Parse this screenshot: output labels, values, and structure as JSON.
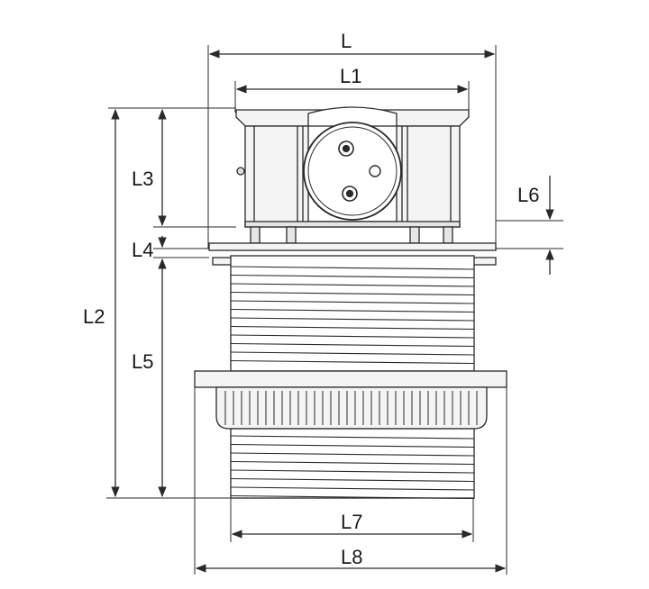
{
  "diagram": {
    "labels": {
      "L": "L",
      "L1": "L1",
      "L2": "L2",
      "L3": "L3",
      "L4": "L4",
      "L5": "L5",
      "L6": "L6",
      "L7": "L7",
      "L8": "L8"
    },
    "colors": {
      "stroke": "#2a2a2a",
      "fill_light": "#f4f4f4",
      "fill_mid": "#e6e6e6",
      "background": "#ffffff"
    }
  }
}
